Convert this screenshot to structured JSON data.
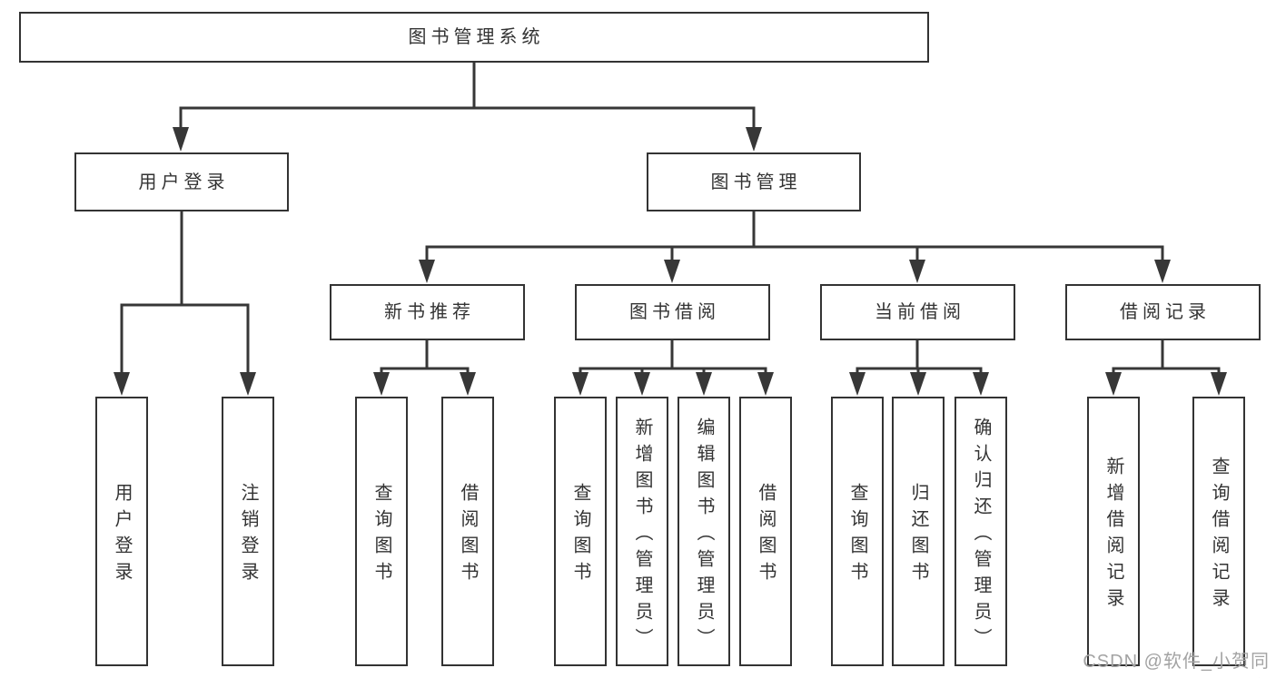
{
  "diagram": {
    "type": "tree",
    "title": "图书管理系统"
  },
  "tree": {
    "label": "图书管理系统",
    "children": [
      {
        "label": "用户登录",
        "children": [
          {
            "label": "用户登录"
          },
          {
            "label": "注销登录"
          }
        ]
      },
      {
        "label": "图书管理",
        "children": [
          {
            "label": "新书推荐",
            "children": [
              {
                "label": "查询图书"
              },
              {
                "label": "借阅图书"
              }
            ]
          },
          {
            "label": "图书借阅",
            "children": [
              {
                "label": "查询图书"
              },
              {
                "label": "新增图书（管理员）"
              },
              {
                "label": "编辑图书（管理员）"
              },
              {
                "label": "借阅图书"
              }
            ]
          },
          {
            "label": "当前借阅",
            "children": [
              {
                "label": "查询图书"
              },
              {
                "label": "归还图书"
              },
              {
                "label": "确认归还（管理员）"
              }
            ]
          },
          {
            "label": "借阅记录",
            "children": [
              {
                "label": "新增借阅记录"
              },
              {
                "label": "查询借阅记录"
              }
            ]
          }
        ]
      }
    ]
  },
  "watermark": {
    "text": "CSDN @软件_小贺同学",
    "color": "#a3a3a3"
  },
  "colors": {
    "line": "#373737",
    "box_border": "#333333",
    "text": "#333333",
    "background": "#ffffff"
  }
}
